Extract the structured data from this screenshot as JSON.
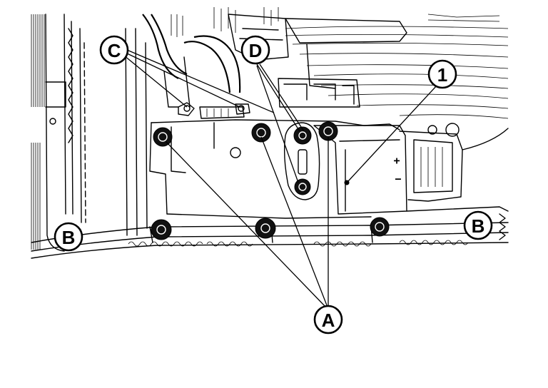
{
  "callouts": {
    "C": "C",
    "D": "D",
    "one": "1",
    "B_left": "B",
    "B_right": "B",
    "A": "A"
  },
  "terminal_signs": {
    "plus": "+",
    "minus": "−"
  }
}
